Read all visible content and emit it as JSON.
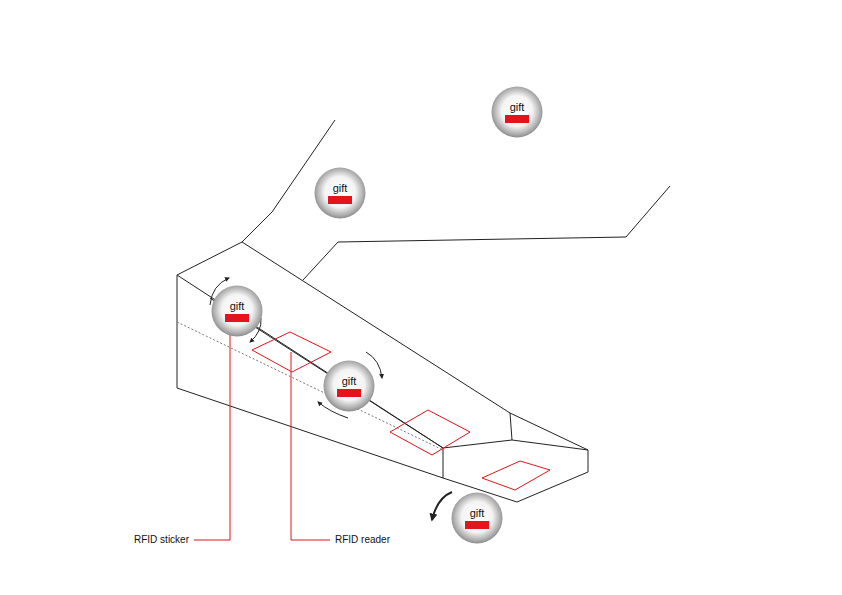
{
  "diagram": {
    "nodes": [
      {
        "text": [
          "gift"
        ]
      },
      {
        "text": [
          "gift"
        ]
      },
      {
        "text": [
          "gift"
        ]
      },
      {
        "text": [
          "gift"
        ]
      },
      {
        "text": [
          "gift"
        ]
      }
    ],
    "labels": [
      "RFID sticker",
      "RFID reader"
    ]
  }
}
